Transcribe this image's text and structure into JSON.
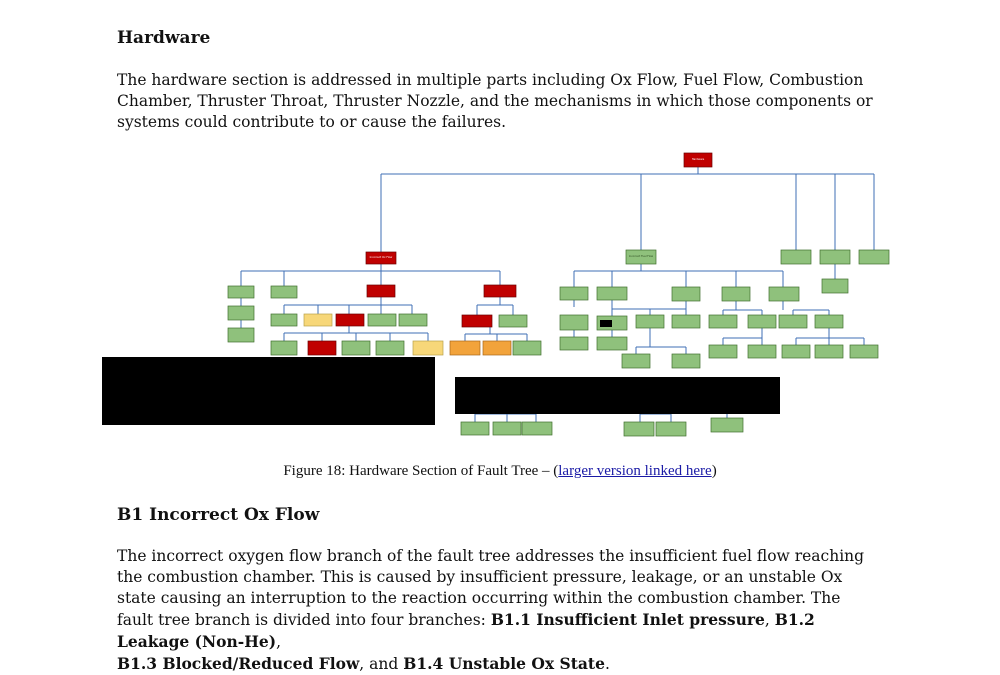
{
  "section1": {
    "heading": "Hardware",
    "paragraph": "The hardware section is addressed in multiple parts including Ox Flow, Fuel Flow, Combustion Chamber, Thruster Throat, Thruster Nozzle, and the mechanisms in which those components or systems could contribute to or cause the failures."
  },
  "figure": {
    "caption_prefix": "Figure 18: Hardware Section of Fault Tree – (",
    "link_text": "larger version linked here",
    "caption_suffix": ")"
  },
  "section2": {
    "heading": "B1 Incorrect Ox Flow",
    "p_start": "The incorrect oxygen flow branch of the fault tree addresses the insufficient fuel flow reaching the combustion chamber. This is caused by insufficient pressure, leakage, or an unstable Ox state causing an interruption to the reaction occurring within the combustion chamber. The fault tree branch is divided into four branches: ",
    "b1": "B1.1 Insufficient Inlet pressure",
    "sep1": ", ",
    "b2": "B1.2 Leakage (Non-He)",
    "sep2": ", ",
    "b3": "B1.3 Blocked/Reduced Flow",
    "sep3": ", and ",
    "b4": "B1.4 Unstable Ox State",
    "end": "."
  },
  "colors": {
    "node_green": "#8fc17c",
    "node_red": "#c00000",
    "node_yellow": "#f7d779",
    "node_orange": "#f2a33b",
    "connector": "#3f6fb5",
    "link": "#1a1aa6"
  }
}
